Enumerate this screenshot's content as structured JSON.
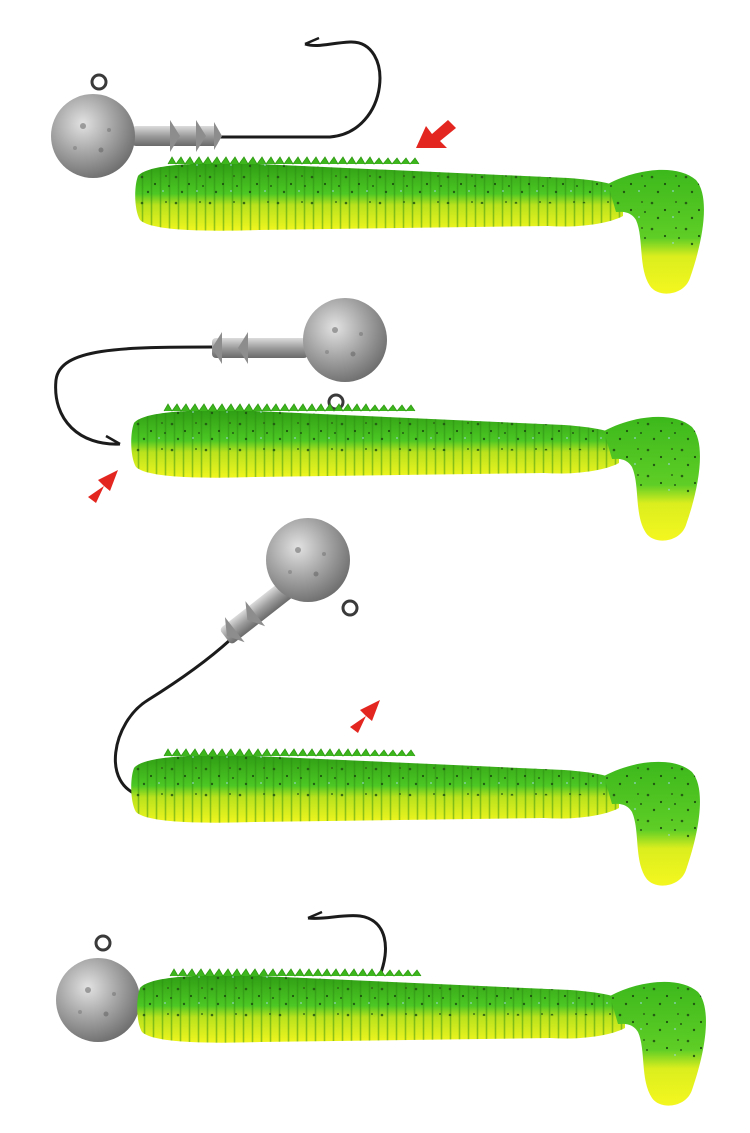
{
  "figure": {
    "kind": "jig-head-rigging-steps",
    "step_count": 4,
    "colors": {
      "background": "#ffffff",
      "body_green": "#3fbf1f",
      "belly_yellow": "#e6f01e",
      "lead_gray": "#9a9a9a",
      "hook_black": "#1b1b1b",
      "arrow_red": "#e3261f"
    }
  },
  "steps": [
    {
      "id": 1,
      "arrow": "pointing-down-left"
    },
    {
      "id": 2,
      "arrow": "pointing-up-right"
    },
    {
      "id": 3,
      "arrow": "pointing-up-right"
    },
    {
      "id": 4,
      "arrow": "none"
    }
  ]
}
